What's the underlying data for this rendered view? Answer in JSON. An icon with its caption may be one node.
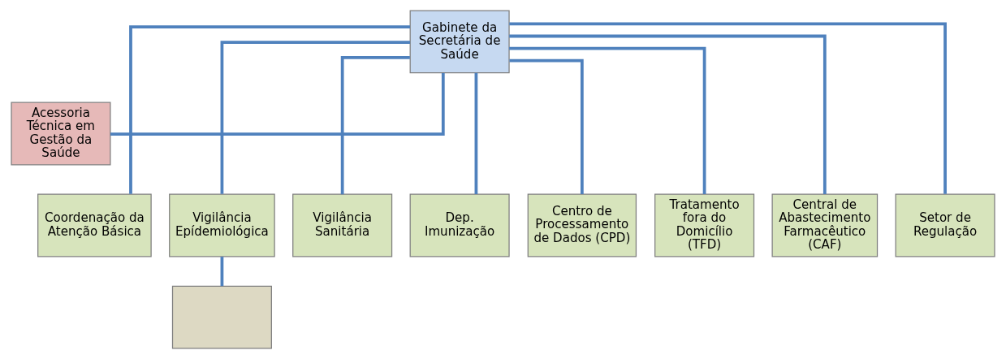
{
  "diagram": {
    "nodes": [
      {
        "text": [
          "Gabinete da Secretária de Saúde"
        ]
      },
      {
        "text": [
          "Acessoria Técnica em Gestão da Saúde"
        ]
      },
      {
        "text": [
          "Coordenação da Atenção Básica"
        ]
      },
      {
        "text": [
          "Vigilância Epídemiológica"
        ]
      },
      {
        "text": [
          "Vigilância Sanitária"
        ]
      },
      {
        "text": [
          "Dep. Imunização"
        ]
      },
      {
        "text": [
          "Centro de Processamento de Dados (CPD)"
        ]
      },
      {
        "text": [
          "Tratamento fora do Domicílio (TFD)"
        ]
      },
      {
        "text": [
          "Central de Abastecimento Farmacêutico (CAF)"
        ]
      },
      {
        "text": [
          "Setor de Regulação"
        ]
      },
      {
        "text": [],
        "shape": "box"
      }
    ],
    "edges": [
      {
        "from": 0,
        "to": 1,
        "arrow": "none"
      },
      {
        "from": 0,
        "to": 2,
        "arrow": "none"
      },
      {
        "from": 0,
        "to": 3,
        "arrow": "none"
      },
      {
        "from": 0,
        "to": 4,
        "arrow": "none"
      },
      {
        "from": 0,
        "to": 5,
        "arrow": "none"
      },
      {
        "from": 0,
        "to": 6,
        "arrow": "none"
      },
      {
        "from": 0,
        "to": 7,
        "arrow": "none"
      },
      {
        "from": 0,
        "to": 8,
        "arrow": "none"
      },
      {
        "from": 0,
        "to": 9,
        "arrow": "none"
      },
      {
        "from": 3,
        "to": 10,
        "arrow": "none"
      }
    ]
  }
}
